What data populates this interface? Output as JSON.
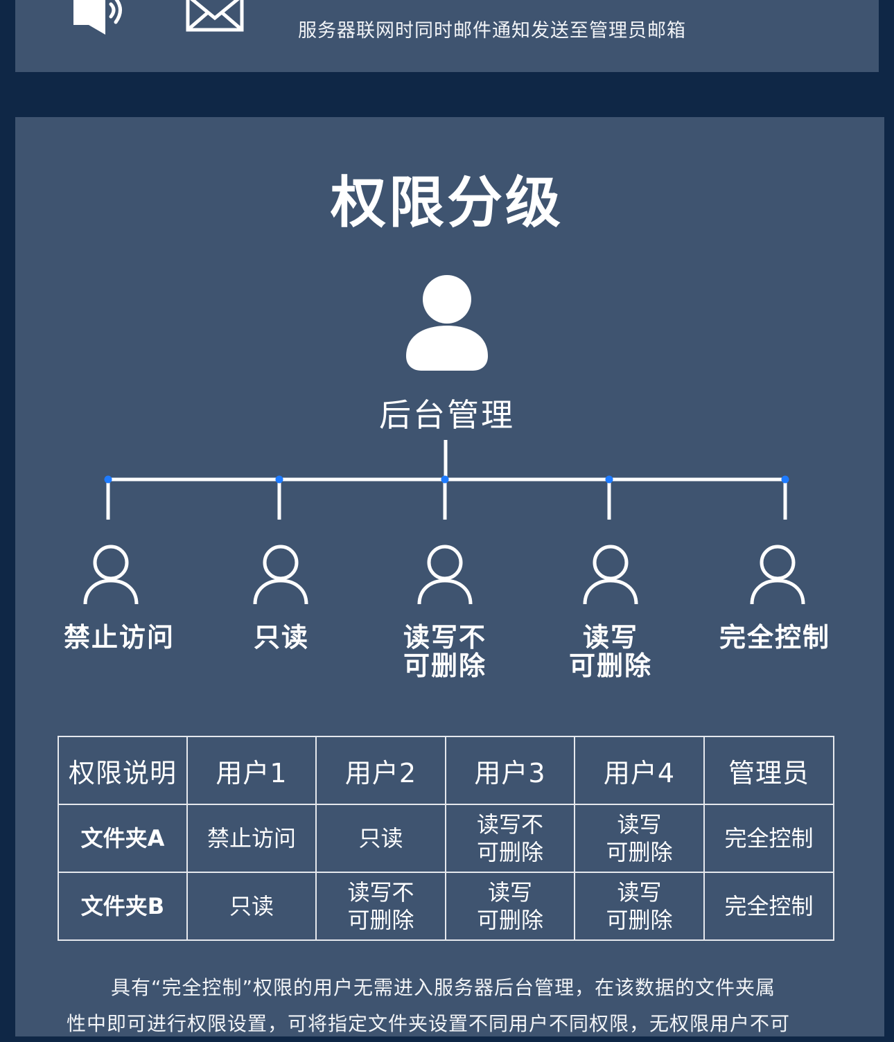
{
  "notification": {
    "text": "服务器联网时同时邮件通知发送至管理员邮箱"
  },
  "section": {
    "title": "权限分级"
  },
  "hierarchy": {
    "root_label": "后台管理",
    "levels": [
      {
        "line1": "禁止访问",
        "line2": ""
      },
      {
        "line1": "只读",
        "line2": ""
      },
      {
        "line1": "读写不",
        "line2": "可删除"
      },
      {
        "line1": "读写",
        "line2": "可删除"
      },
      {
        "line1": "完全控制",
        "line2": ""
      }
    ]
  },
  "table": {
    "headers": [
      "权限说明",
      "用户1",
      "用户2",
      "用户3",
      "用户4",
      "管理员"
    ],
    "rows": [
      {
        "name": "文件夹A",
        "cells": [
          {
            "line1": "禁止访问",
            "line2": ""
          },
          {
            "line1": "只读",
            "line2": ""
          },
          {
            "line1": "读写不",
            "line2": "可删除"
          },
          {
            "line1": "读写",
            "line2": "可删除"
          },
          {
            "line1": "完全控制",
            "line2": ""
          }
        ]
      },
      {
        "name": "文件夹B",
        "cells": [
          {
            "line1": "只读",
            "line2": ""
          },
          {
            "line1": "读写不",
            "line2": "可删除"
          },
          {
            "line1": "读写",
            "line2": "可删除"
          },
          {
            "line1": "读写",
            "line2": "可删除"
          },
          {
            "line1": "完全控制",
            "line2": ""
          }
        ]
      }
    ]
  },
  "footer": {
    "line1": "具有“完全控制”权限的用户无需进入服务器后台管理，在该数据的文件夹属",
    "line2": "性中即可进行权限设置，可将指定文件夹设置不同用户不同权限，无权限用户不可"
  },
  "colors": {
    "background": "#0f2746",
    "panel": "#3f5470",
    "node_dot": "#1e7bff",
    "text": "#ffffff"
  },
  "icons": [
    "speaker-icon",
    "mail-icon",
    "admin-user-icon",
    "user-outline-icon"
  ]
}
